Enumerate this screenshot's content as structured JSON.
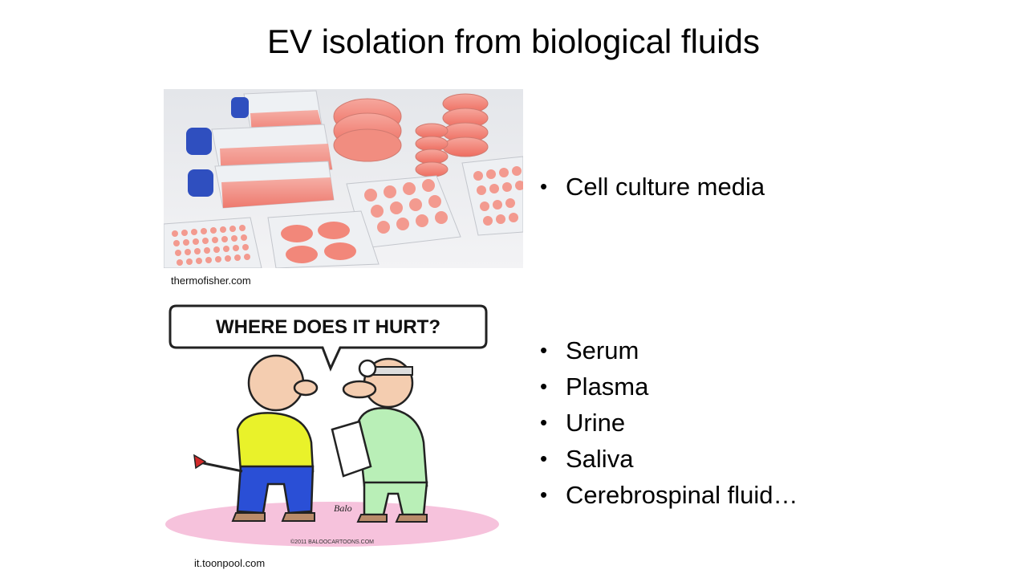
{
  "slide": {
    "title": "EV isolation from biological fluids",
    "top_credit": "thermofisher.com",
    "bottom_credit": "it.toonpool.com",
    "cartoon_speech": "WHERE DOES IT HURT?",
    "cartoon_signature": "Balo",
    "cartoon_copyright": "©2011 BALOOCARTOONS.COM"
  },
  "list_top": [
    "Cell culture media"
  ],
  "list_bottom": [
    "Serum",
    "Plasma",
    "Urine",
    "Saliva",
    "Cerebrospinal fluid…"
  ]
}
